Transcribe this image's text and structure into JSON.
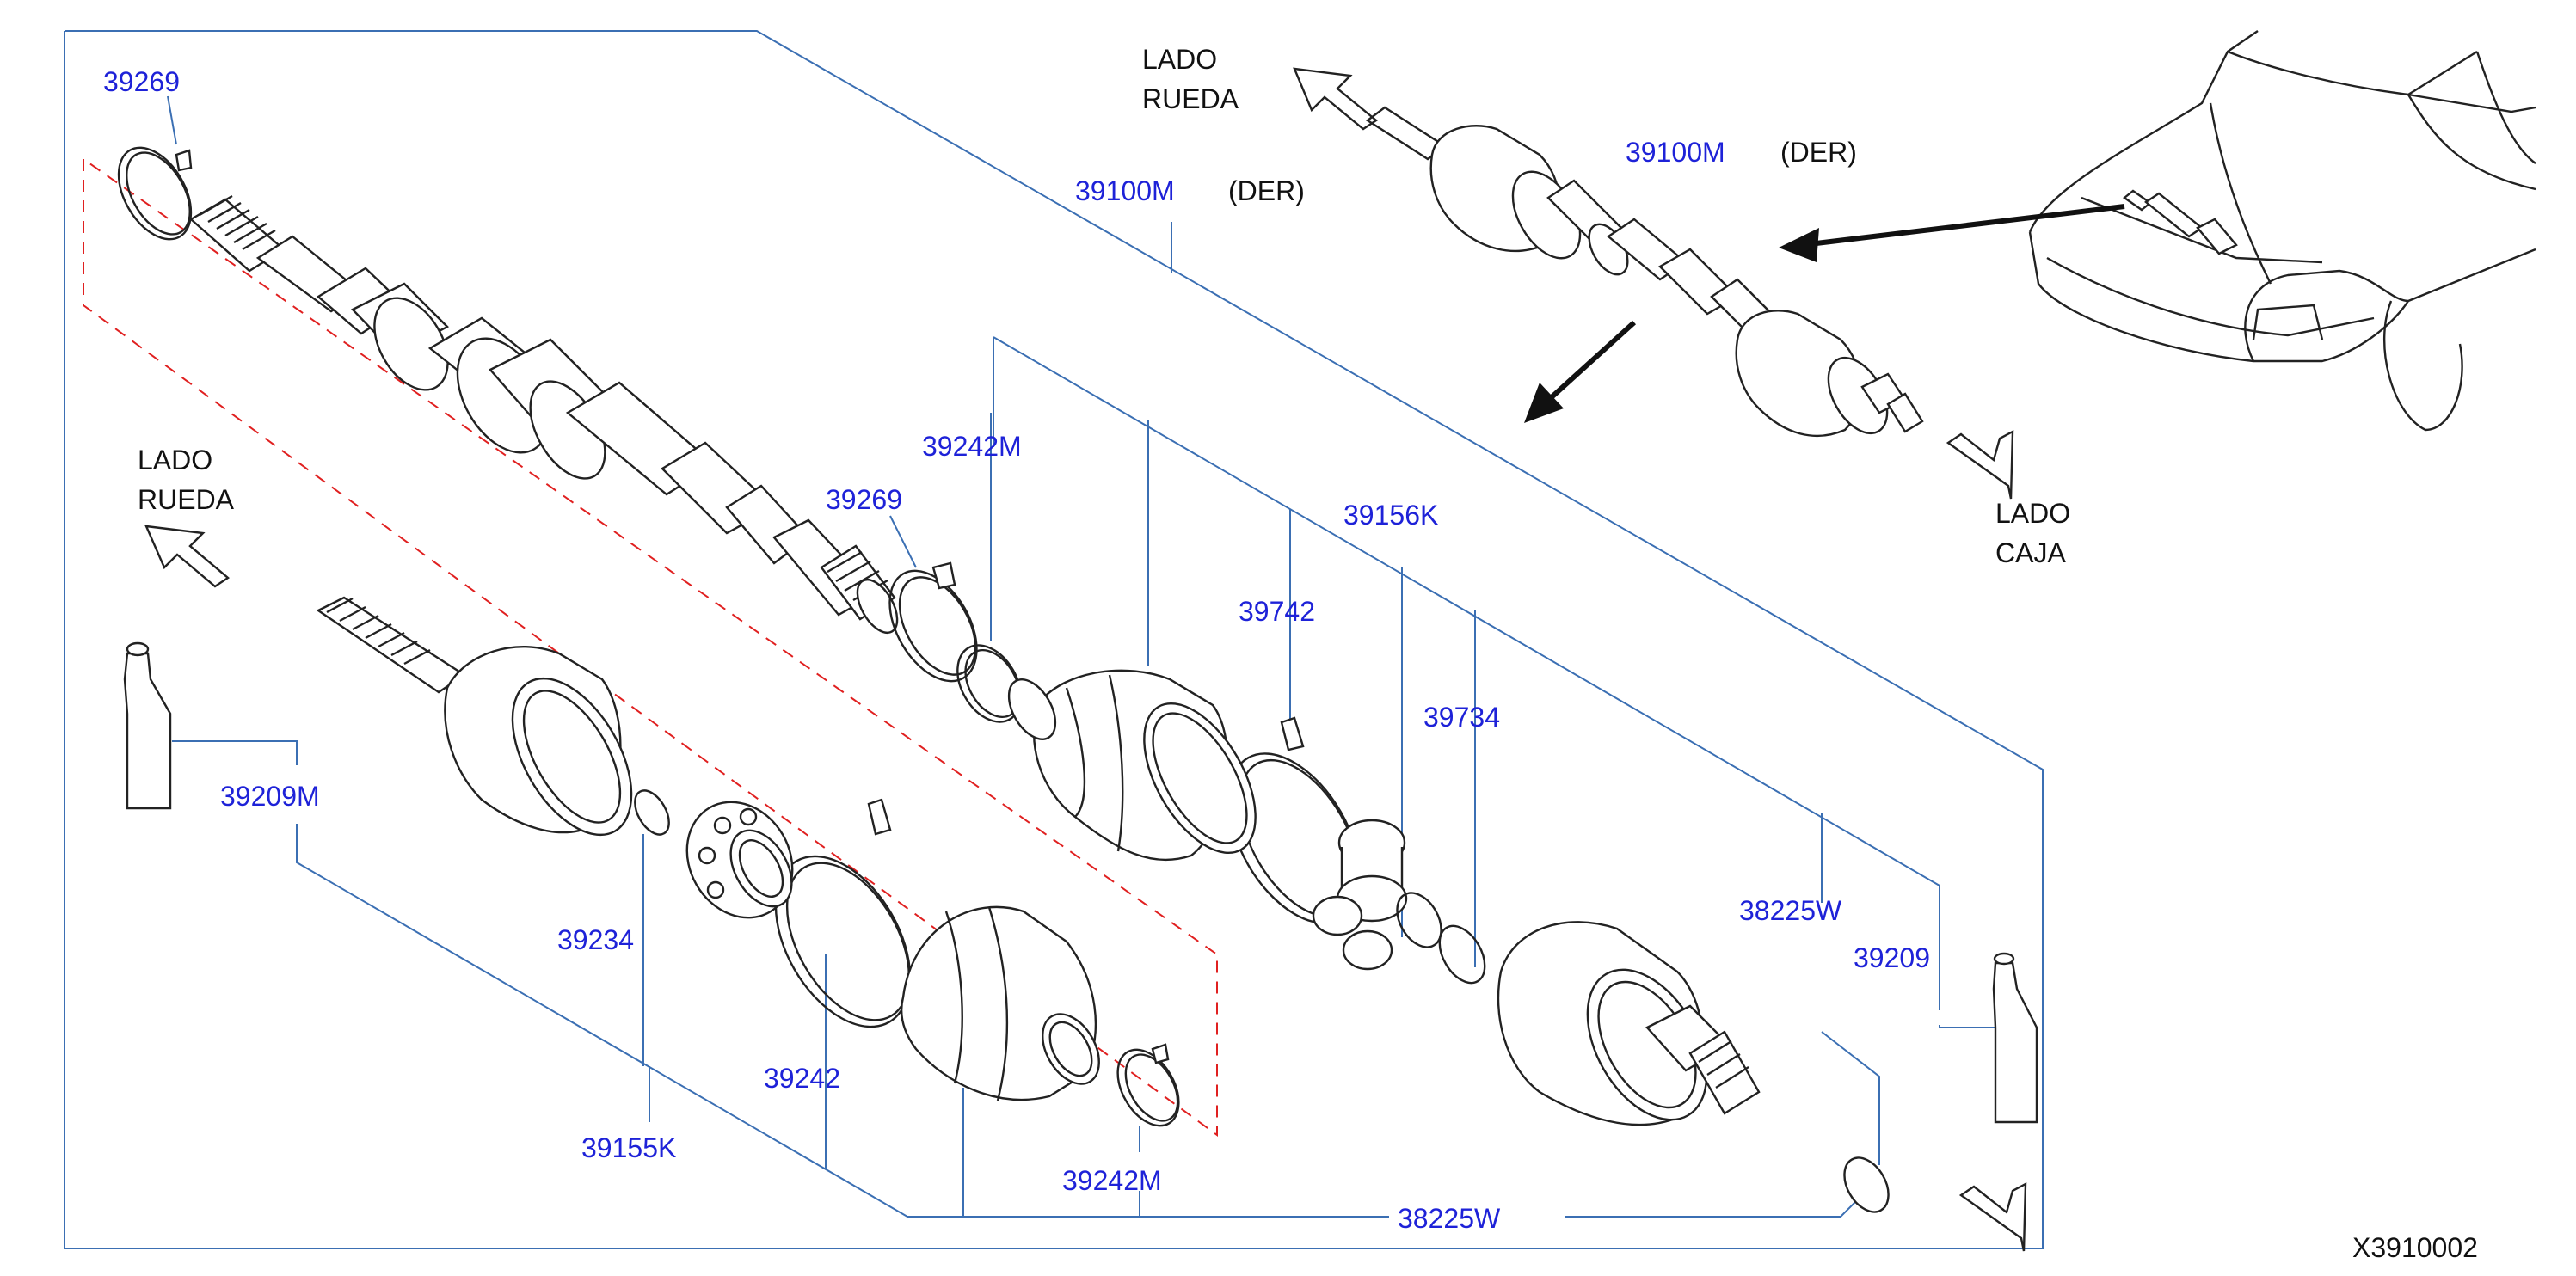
{
  "labels": {
    "p39269_top": "39269",
    "p39100m_main": "39100M",
    "der_main": "(DER)",
    "p39100m_inset": "39100M",
    "der_inset": "(DER)",
    "lado_rueda_top_1": "LADO",
    "lado_rueda_top_2": "RUEDA",
    "lado_rueda_left_1": "LADO",
    "lado_rueda_left_2": "RUEDA",
    "lado_caja_1": "LADO",
    "lado_caja_2": "CAJA",
    "p39242m_top": "39242M",
    "p39269_mid": "39269",
    "p39156k": "39156K",
    "p39742": "39742",
    "p39734": "39734",
    "p39209m": "39209M",
    "p39234": "39234",
    "p39242": "39242",
    "p39155k": "39155K",
    "p39242m_bottom": "39242M",
    "p38225w_right": "38225W",
    "p39209": "39209",
    "p38225w_bottom": "38225W",
    "diagram_code": "X3910002"
  },
  "colors": {
    "part_number": "#1e22d8",
    "leader_line": "#3b6fb3",
    "drawing": "#222222",
    "dashed_outline": "#e02020"
  },
  "icons": {
    "direction_arrow": "hollow-arrow-icon",
    "pointer_arrow": "solid-arrow-icon"
  }
}
